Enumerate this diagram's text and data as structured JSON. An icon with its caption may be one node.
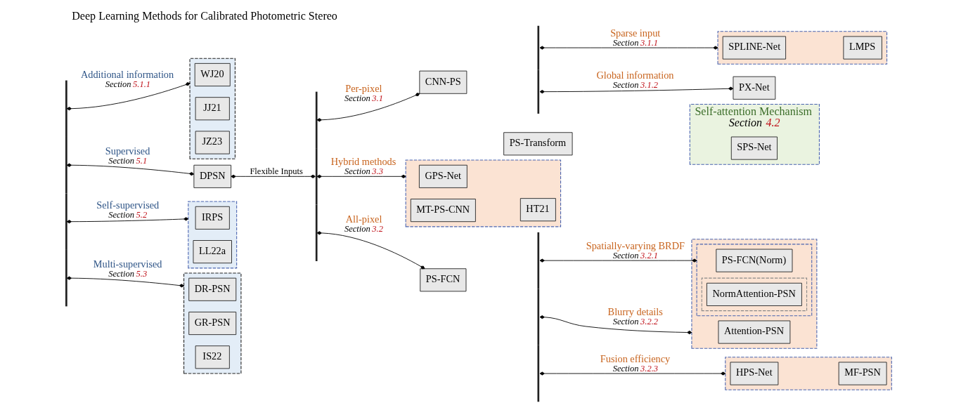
{
  "diagram": {
    "title": "Deep Learning Methods for Calibrated Photometric Stereo",
    "nodes": [
      {
        "text": [],
        "shape": "bracket"
      },
      {
        "text": [],
        "shape": "box"
      },
      {
        "text": [
          "WJ20"
        ],
        "in": 1
      },
      {
        "text": [
          "JJ21"
        ],
        "in": 1
      },
      {
        "text": [
          "JZ23"
        ],
        "in": 1
      },
      {
        "text": [
          "DPSN"
        ]
      },
      {
        "text": [],
        "shape": "box"
      },
      {
        "text": [
          "IRPS"
        ],
        "in": 6
      },
      {
        "text": [
          "LL22a"
        ],
        "in": 6
      },
      {
        "text": [],
        "shape": "box"
      },
      {
        "text": [
          "DR-PSN"
        ],
        "in": 9
      },
      {
        "text": [
          "GR-PSN"
        ],
        "in": 9
      },
      {
        "text": [
          "IS22"
        ],
        "in": 9
      },
      {
        "text": [],
        "shape": "bracket"
      },
      {
        "text": [
          "CNN-PS"
        ]
      },
      {
        "text": [],
        "shape": "bracket"
      },
      {
        "text": [],
        "shape": "box"
      },
      {
        "text": [
          "SPLINE-Net"
        ],
        "in": 16
      },
      {
        "text": [
          "LMPS"
        ],
        "in": 16
      },
      {
        "text": [
          "PX-Net"
        ]
      },
      {
        "text": [],
        "shape": "box"
      },
      {
        "text": [
          "GPS-Net"
        ],
        "in": 20
      },
      {
        "text": [
          "PS-Transform"
        ]
      },
      {
        "text": [
          "MT-PS-CNN"
        ],
        "in": 20
      },
      {
        "text": [
          "HT21"
        ],
        "in": 20
      },
      {
        "text": [
          "Self-attention Mechanism",
          "Section 4.2"
        ]
      },
      {
        "text": [
          "SPS-Net"
        ],
        "in": 25
      },
      {
        "text": [
          "PS-FCN"
        ]
      },
      {
        "text": [],
        "shape": "bracket"
      },
      {
        "text": [],
        "shape": "box"
      },
      {
        "text": [],
        "shape": "box",
        "in": 29
      },
      {
        "text": [
          "PS-FCN(Norm)"
        ],
        "in": 30
      },
      {
        "text": [],
        "shape": "box",
        "in": 30
      },
      {
        "text": [
          "NormAttention-PSN"
        ],
        "in": 32
      },
      {
        "text": [
          "Attention-PSN"
        ],
        "in": 29
      },
      {
        "text": [],
        "shape": "box"
      },
      {
        "text": [
          "HPS-Net"
        ],
        "in": 35
      },
      {
        "text": [
          "MF-PSN"
        ],
        "in": 35
      }
    ],
    "edges": [
      {
        "from": 0,
        "to": 1,
        "arrow": "other",
        "label": "Additional information Section 5.1.1"
      },
      {
        "from": 0,
        "to": 5,
        "arrow": "other",
        "label": "Supervised Section 5.1"
      },
      {
        "from": 0,
        "to": 6,
        "arrow": "other",
        "label": "Self-supervised Section 5.2"
      },
      {
        "from": 0,
        "to": 9,
        "arrow": "other",
        "label": "Multi-supervised Section 5.3"
      },
      {
        "from": 5,
        "to": 13,
        "arrow": "other",
        "label": "Flexible Inputs"
      },
      {
        "from": 13,
        "to": 14,
        "arrow": "other",
        "label": "Per-pixel Section 3.1"
      },
      {
        "from": 15,
        "to": 16,
        "arrow": "other",
        "label": "Sparse input Section 3.1.1"
      },
      {
        "from": 15,
        "to": 19,
        "arrow": "other",
        "label": "Global information Section 3.1.2"
      },
      {
        "from": 13,
        "to": 20,
        "arrow": "other",
        "label": "Hybrid methods Section 3.3"
      },
      {
        "from": 13,
        "to": 27,
        "arrow": "other",
        "label": "All-pixel Section 3.2"
      },
      {
        "from": 28,
        "to": 30,
        "arrow": "other",
        "label": "Spatially-varying BRDF Section 3.2.1"
      },
      {
        "from": 28,
        "to": 29,
        "arrow": "other",
        "label": "Blurry details Section 3.2.2"
      },
      {
        "from": 28,
        "to": 35,
        "arrow": "other",
        "label": "Fusion efficiency Section 3.2.3"
      }
    ]
  }
}
